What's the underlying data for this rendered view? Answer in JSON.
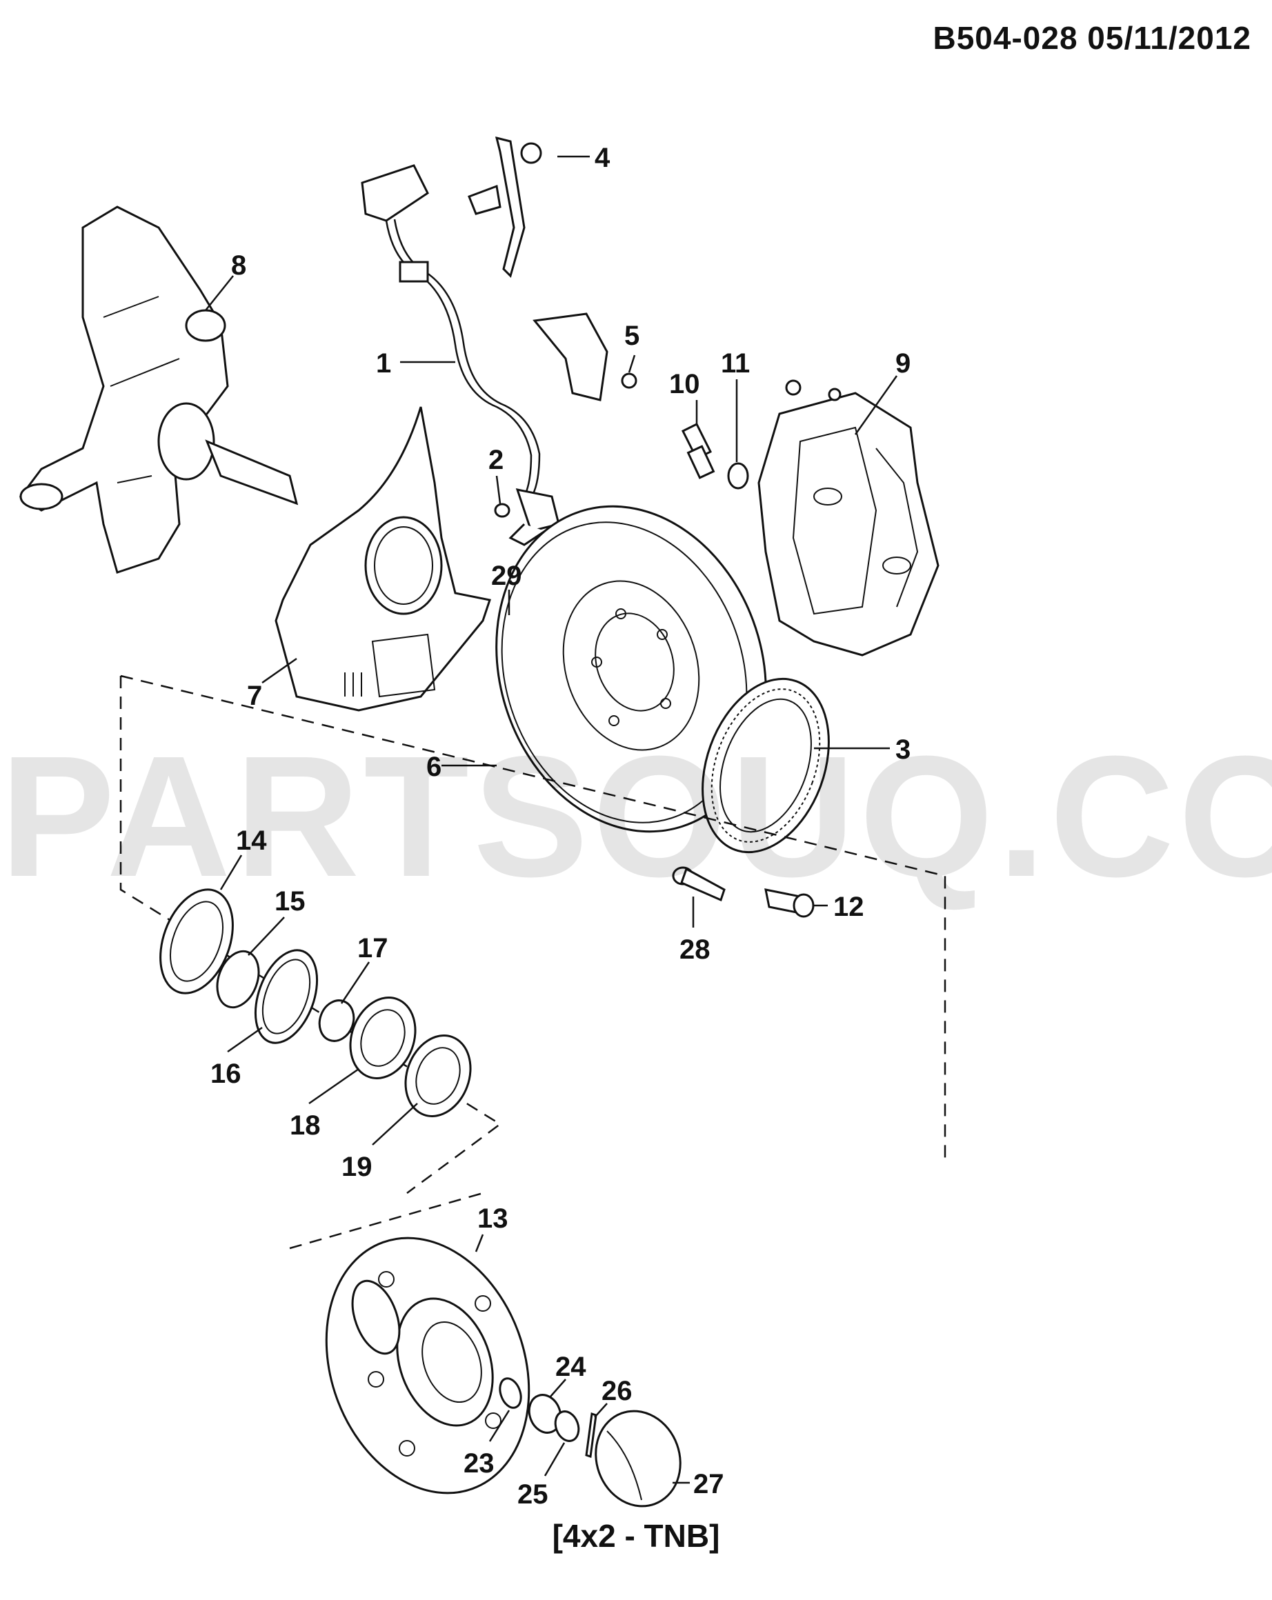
{
  "header": {
    "doc_code": "B504-028  05/11/2012"
  },
  "watermark": "PARTSOUQ.COM",
  "footer": {
    "variant_label": "[4x2 - TNB]"
  },
  "callouts": {
    "n1": "1",
    "n2": "2",
    "n3": "3",
    "n4": "4",
    "n5": "5",
    "n6": "6",
    "n7": "7",
    "n8": "8",
    "n9": "9",
    "n10": "10",
    "n11": "11",
    "n12": "12",
    "n13": "13",
    "n14": "14",
    "n15": "15",
    "n16": "16",
    "n17": "17",
    "n18": "18",
    "n19": "19",
    "n23": "23",
    "n24": "24",
    "n25": "25",
    "n26": "26",
    "n27": "27",
    "n28": "28",
    "n29": "29"
  }
}
